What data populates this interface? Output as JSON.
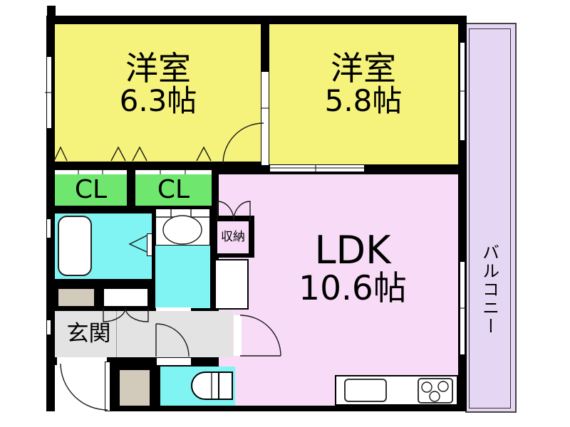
{
  "plan": {
    "title": "apartment-floor-plan",
    "rooms": {
      "bedroom1": {
        "name": "洋室",
        "size": "6.3帖"
      },
      "bedroom2": {
        "name": "洋室",
        "size": "5.8帖"
      },
      "ldk": {
        "name": "LDK",
        "size": "10.6帖"
      },
      "closet_left": {
        "label": "CL"
      },
      "closet_right": {
        "label": "CL"
      },
      "storage": {
        "label": "収納"
      },
      "entrance": {
        "label": "玄関"
      },
      "balcony": {
        "label": "バルコニー"
      }
    },
    "colors": {
      "bedroom_fill": "#f5f37b",
      "closet_fill": "#6fe76f",
      "wet_area_fill": "#80f4f2",
      "ldk_fill": "#f8dcf7",
      "balcony_fill": "#e5d7f4",
      "entrance_fill": "#e3e3e3",
      "cabinet_fill": "#d2cbbc",
      "wall": "#000000"
    }
  }
}
